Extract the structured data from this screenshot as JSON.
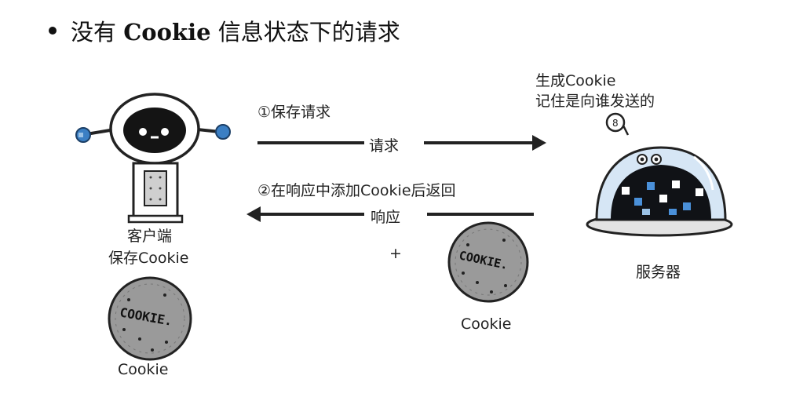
{
  "heading": {
    "pre": "没有 ",
    "bold": "Cookie",
    "post": " 信息状态下的请求"
  },
  "diagram": {
    "step1": "①保存请求",
    "request_label": "请求",
    "step2": "②在响应中添加Cookie后返回",
    "response_label": "响应",
    "plus": "+",
    "client_line1": "客户端",
    "client_line2": "保存Cookie",
    "client_cookie_label": "Cookie",
    "server_note_line1": "生成Cookie",
    "server_note_line2": "记住是向谁发送的",
    "server_label": "服务器",
    "server_cookie_label": "Cookie",
    "cookie_text": "COOKIE."
  }
}
